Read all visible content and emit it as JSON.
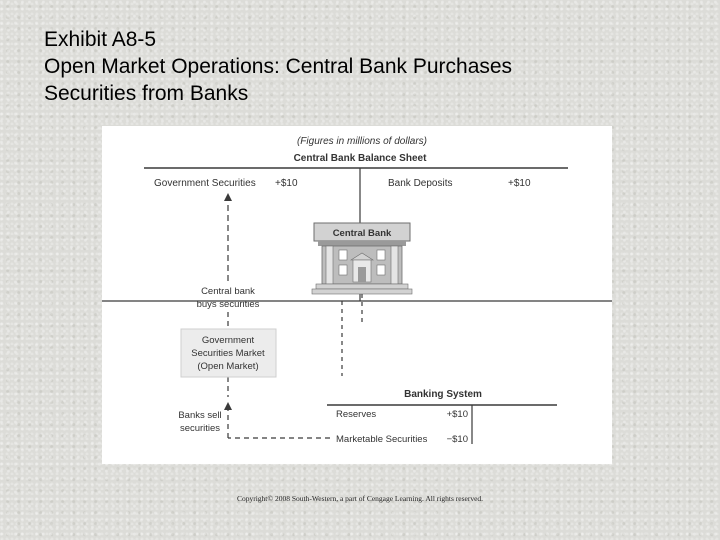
{
  "title": {
    "line1": "Exhibit A8-5",
    "line2": "Open Market Operations: Central Bank Purchases",
    "line3": "Securities from Banks"
  },
  "diagram": {
    "figures_note": "(Figures in millions of dollars)",
    "central_bank_balance_sheet": {
      "heading": "Central Bank Balance Sheet",
      "asset_label": "Government Securities",
      "asset_value": "+$10",
      "liability_label": "Bank Deposits",
      "liability_value": "+$10"
    },
    "building_label": "Central Bank",
    "central_bank_action": {
      "line1": "Central bank",
      "line2": "buys securities"
    },
    "market": {
      "line1": "Government",
      "line2": "Securities Market",
      "line3": "(Open Market)"
    },
    "banks_action": {
      "line1": "Banks sell",
      "line2": "securities"
    },
    "banking_system": {
      "heading": "Banking System",
      "reserves_label": "Reserves",
      "reserves_value": "+$10",
      "marketable_label": "Marketable Securities",
      "marketable_value": "−$10"
    }
  },
  "footer": {
    "copyright": "Copyright© 2008 South-Western, a part of Cengage Learning. All rights reserved."
  },
  "colors": {
    "line": "#3a3a3a",
    "building_fill": "#bdbdbd",
    "building_dark": "#6e6e6e",
    "market_box": "#ececec"
  }
}
